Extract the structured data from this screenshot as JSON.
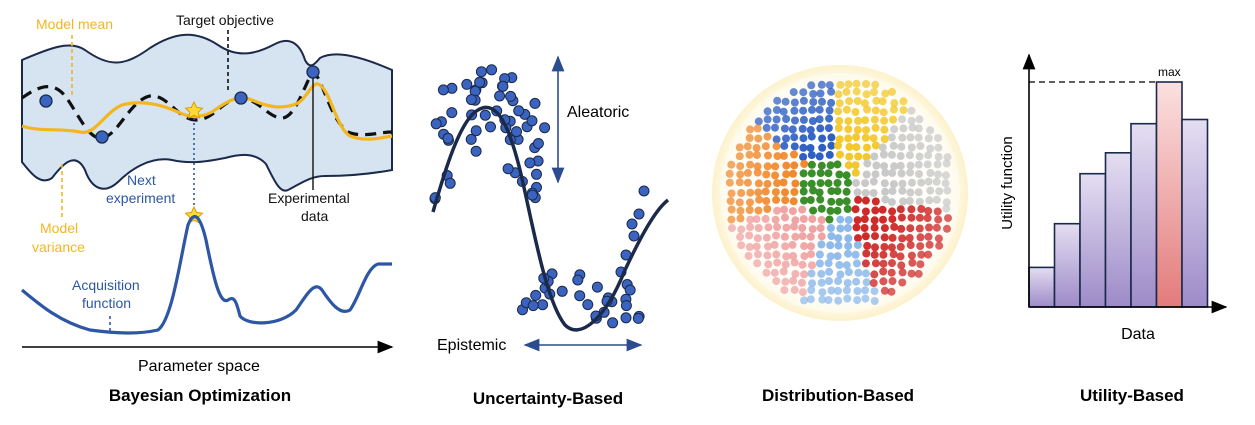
{
  "colors": {
    "navy": "#1b2a4a",
    "blue": "#2d57a5",
    "gold": "#f2b61f",
    "band_fill": "#d6e4f2",
    "point": "#3a64c0",
    "bar_fill": "#b4a6d6",
    "bar_highlight": "#ee9898"
  },
  "panels": {
    "bayesian": {
      "title": "Bayesian Optimization",
      "label_model_mean": "Model mean",
      "label_target_objective": "Target objective",
      "label_model_variance_1": "Model",
      "label_model_variance_2": "variance",
      "label_next_experiment_1": "Next",
      "label_next_experiment_2": "experiment",
      "label_experimental_data_1": "Experimental",
      "label_experimental_data_2": "data",
      "label_acquisition_1": "Acquisition",
      "label_acquisition_2": "function",
      "label_parameter_space": "Parameter space"
    },
    "uncertainty": {
      "title": "Uncertainty-Based",
      "label_aleatoric": "Aleatoric",
      "label_epistemic": "Epistemic"
    },
    "distribution": {
      "title": "Distribution-Based",
      "cluster_colors": [
        "#2d5fc4",
        "#f3c82b",
        "#c9c9c9",
        "#cf2a2a",
        "#8dbaec",
        "#f0a3a3",
        "#f08a2e",
        "#3a8f2a"
      ]
    },
    "utility": {
      "title": "Utility-Based",
      "label_y": "Utility function",
      "label_x": "Data",
      "label_max": "max",
      "bar_values": [
        1.9,
        4.0,
        6.4,
        7.4,
        8.8,
        10.8,
        9.0
      ],
      "max_index": 5,
      "ymax": 12
    }
  }
}
